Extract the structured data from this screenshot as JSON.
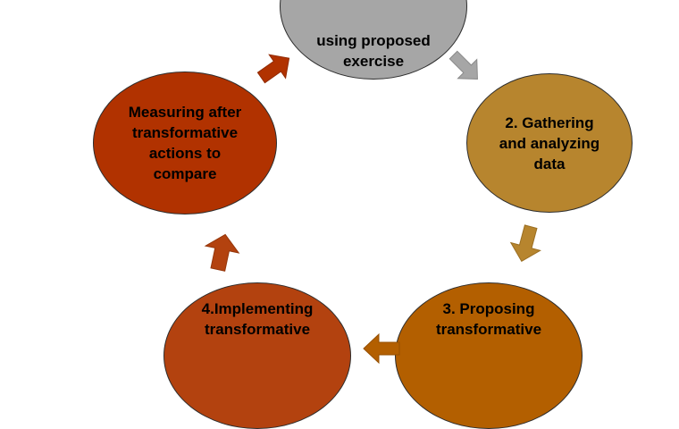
{
  "nodes": [
    {
      "id": "n1",
      "label": "using  proposed\nexercise"
    },
    {
      "id": "n2",
      "label": "2. Gathering\nand analyzing\ndata"
    },
    {
      "id": "n3",
      "label": "3. Proposing\ntransformative"
    },
    {
      "id": "n4",
      "label": "4.Implementing\ntransformative"
    },
    {
      "id": "n5",
      "label": "Measuring  after\ntransformative\nactions to\ncompare"
    }
  ],
  "colors": {
    "step1": "#a6a6a6",
    "step2": "#b7852e",
    "step3": "#b35f00",
    "step4": "#b3420f",
    "step5": "#b13200"
  }
}
